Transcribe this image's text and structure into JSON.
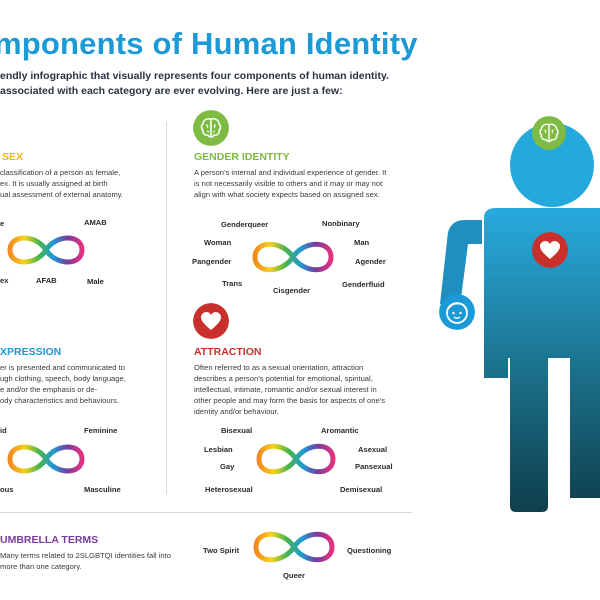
{
  "header": {
    "title": "mponents of Human Identity",
    "subtitle_line1": "endly infographic that visually represents four components of human identity.",
    "subtitle_line2": "associated with each category are ever evolving. Here are just a few:"
  },
  "sections": {
    "sex": {
      "heading": "SEX",
      "para_lines": [
        "classification of a person as female,",
        "ex. It is usually assigned at birth",
        "ual assessment of external anatomy."
      ],
      "terms": [
        "e",
        "AMAB",
        "ex",
        "AFAB",
        "Male"
      ]
    },
    "gender_identity": {
      "heading": "GENDER IDENTITY",
      "para_lines": [
        "A person’s internal and individual experience of gender. It",
        "is not necessarily visible to others and it may or may not",
        "align with what society expects based on assigned sex."
      ],
      "terms": [
        "Genderqueer",
        "Nonbinary",
        "Woman",
        "Man",
        "Pangender",
        "Agender",
        "Trans",
        "Cisgender",
        "Genderfluid"
      ]
    },
    "expression": {
      "heading": "XPRESSION",
      "para_lines": [
        "er is presented and communicated to",
        "ugh clothing, speech, body language,",
        "e and/or the emphasis or de-",
        "ody characteristics and behaviours."
      ],
      "terms": [
        "id",
        "Feminine",
        "ous",
        "Masculine"
      ]
    },
    "attraction": {
      "heading": "ATTRACTION",
      "para_lines": [
        "Often referred to as a sexual orientation, attraction",
        "describes a person’s potential for emotional, spiritual,",
        "intellectual, intimate, romantic and/or sexual interest in",
        "other people and may form the basis for aspects of one’s",
        "identity and/or behaviour."
      ],
      "terms": [
        "Bisexual",
        "Aromantic",
        "Lesbian",
        "Asexual",
        "Gay",
        "Pansexual",
        "Heterosexual",
        "Demisexual"
      ]
    },
    "umbrella": {
      "heading": "UMBRELLA TERMS",
      "para_lines": [
        "Many terms related to 2SLGBTQI identities fall into",
        "more than one category."
      ],
      "terms": [
        "Two Spirit",
        "Questioning",
        "Queer"
      ]
    }
  },
  "colors": {
    "title_blue": "#1a9ad6",
    "sex_yellow": "#f5b51b",
    "gender_green": "#7dbb42",
    "expression_blue": "#1a9ad6",
    "attraction_red": "#c9302c",
    "umbrella_purple": "#7a3b9c",
    "figure_top": "#25a8dc",
    "figure_bottom": "#0f4553"
  },
  "icons": {
    "brain": "brain-icon",
    "heart": "heart-icon",
    "face": "face-icon"
  }
}
